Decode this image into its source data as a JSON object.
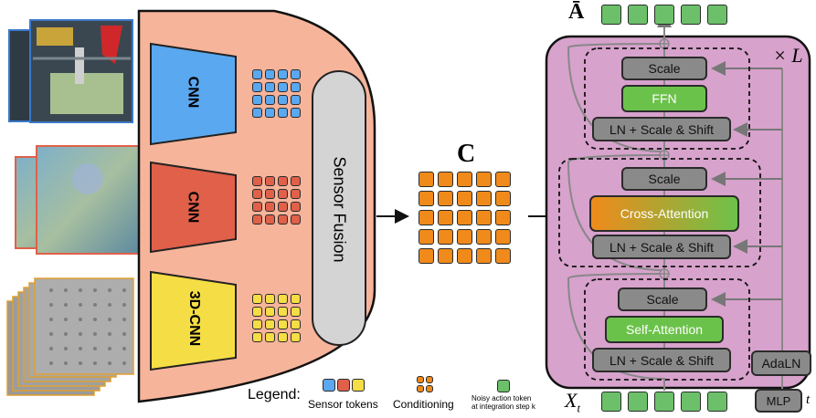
{
  "encoders": {
    "cnn_top": "CNN",
    "cnn_mid": "CNN",
    "cnn_3d": "3D-CNN",
    "sensor_fusion": "Sensor Fusion"
  },
  "conditioning_label": "C",
  "blocks": {
    "outer_repeat": "× L",
    "ffn_block": {
      "scale": "Scale",
      "main": "FFN",
      "ln": "LN + Scale & Shift"
    },
    "cross_block": {
      "scale": "Scale",
      "main": "Cross-Attention",
      "ln": "LN + Scale & Shift"
    },
    "self_block": {
      "scale": "Scale",
      "main": "Self-Attention",
      "ln": "LN + Scale & Shift"
    },
    "adaln": "AdaLN",
    "mlp": "MLP",
    "t_label": "t"
  },
  "output_label": "Ā",
  "input_label": "X",
  "input_sub": "t",
  "legend": {
    "title": "Legend:",
    "sensor_tokens": "Sensor tokens",
    "conditioning": "Conditioning",
    "noisy_line1": "Noisy action token",
    "noisy_line2": "at integration step k"
  },
  "colors": {
    "body_fill": "#f6b49a",
    "cnn_blue": "#5aa8f0",
    "cnn_red": "#e0604a",
    "cnn_yellow": "#f5dd45",
    "transformer_fill": "#d7a2cc",
    "token_green": "#6cc06a",
    "token_orange": "#f08a1a"
  }
}
